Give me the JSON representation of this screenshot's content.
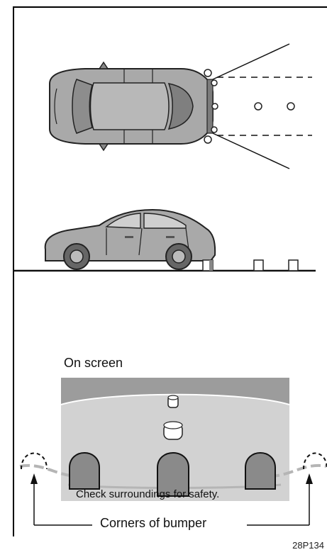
{
  "labels": {
    "on_screen": "On screen",
    "screen_message": "Check surroundings for safety.",
    "corners_of_bumper": "Corners of bumper",
    "figure_code": "28P134"
  },
  "colors": {
    "car_body": "#a9a9a9",
    "car_dark": "#6e6e6e",
    "screen_bg": "#d2d2d2",
    "screen_top": "#9c9c9c",
    "obstacle": "#8a8a8a",
    "guide_line": "#b5b5b5"
  }
}
